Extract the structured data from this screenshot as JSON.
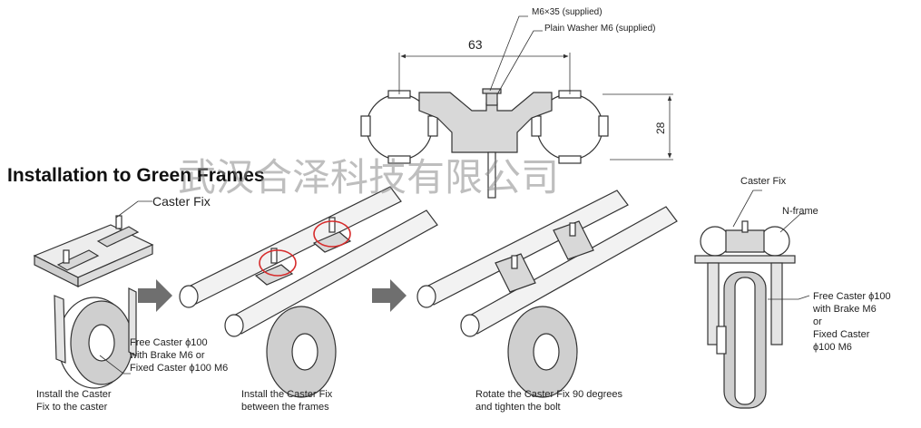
{
  "title": "Installation to Green Frames",
  "detail": {
    "bolt_label": "M6×35 (supplied)",
    "washer_label": "Plain Washer M6 (supplied)",
    "width_dim": "63",
    "height_dim": "28"
  },
  "step1": {
    "part_label": "Caster Fix",
    "caster_label": [
      "Free Caster ϕ100",
      "with Brake M6 or",
      "Fixed Caster ϕ100 M6"
    ],
    "caption": [
      "Install the Caster",
      "Fix to the caster"
    ]
  },
  "step2": {
    "caption": [
      "Install the Caster Fix",
      "between the frames"
    ]
  },
  "step3": {
    "caption": [
      "Rotate the Caster Fix 90 degrees",
      "and tighten the bolt"
    ]
  },
  "side_view": {
    "part_label": "Caster Fix",
    "frame_label": "N-frame",
    "caster_label": [
      "Free Caster ϕ100",
      "with Brake M6",
      "or",
      "Fixed Caster",
      "ϕ100 M6"
    ]
  },
  "watermark": "武汉合泽科技有限公司",
  "colors": {
    "part_fill": "#d8d8d8",
    "line": "#333333",
    "highlight": "#d62b2b",
    "arrow": "#6f6f6f"
  }
}
